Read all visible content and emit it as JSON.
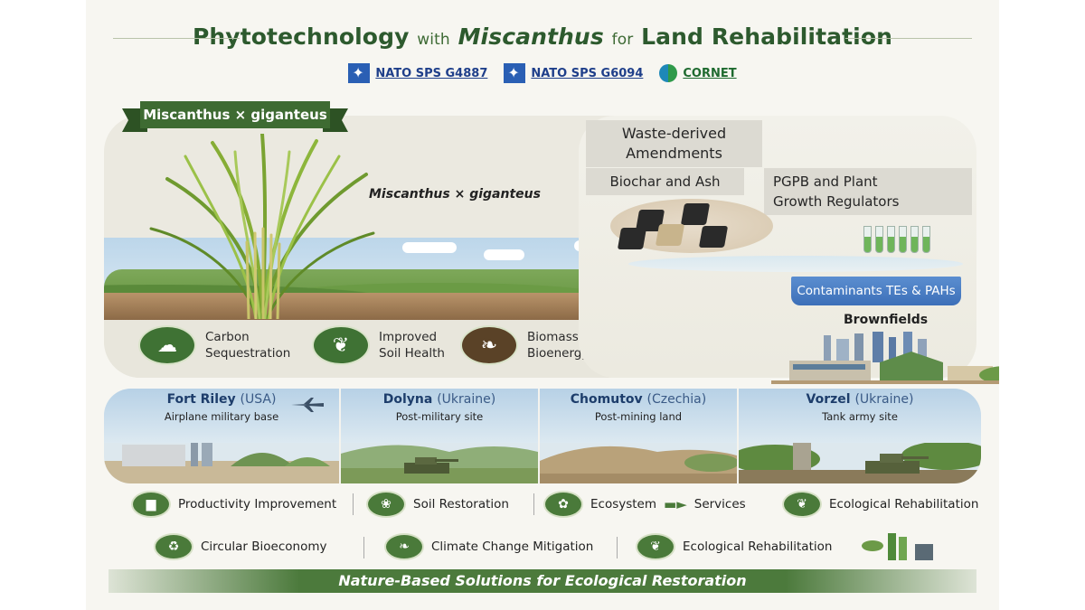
{
  "header": {
    "title_part1": "Phytotechnology",
    "title_with": "with",
    "title_species": "Miscanthus",
    "title_for": "for",
    "title_part2": "Land Rehabilitation",
    "badges": [
      {
        "label": "NATO SPS G4887",
        "icon": "nato-logo-icon"
      },
      {
        "label": "NATO SPS G6094",
        "icon": "nato-logo-icon"
      },
      {
        "label": "CORNET",
        "icon": "cornet-logo-icon"
      }
    ]
  },
  "plant": {
    "ribbon": "Miscanthus × giganteus",
    "label": "Miscanthus × giganteus"
  },
  "benefits": [
    {
      "line1": "Carbon",
      "line2": "Sequestration",
      "icon": "cloud-wind-icon"
    },
    {
      "line1": "Improved",
      "line2": "Soil Health",
      "icon": "sprout-icon"
    },
    {
      "line1": "Biomass for",
      "line2": "Bioenergy & Bioproducts",
      "icon": "leaves-icon"
    }
  ],
  "amendments": {
    "waste_line1": "Waste-derived",
    "waste_line2": "Amendments",
    "biochar": "Biochar and Ash",
    "pgpb_line1": "PGPB and Plant",
    "pgpb_line2": "Growth Regulators",
    "contaminants": "Contaminants TEs & PAHs",
    "brownfields": "Brownfields"
  },
  "sites": [
    {
      "name": "Fort Riley",
      "country": "(USA)",
      "desc": "Airplane military base"
    },
    {
      "name": "Dolyna",
      "country": "(Ukraine)",
      "desc": "Post-military site"
    },
    {
      "name": "Chomutov",
      "country": "(Czechia)",
      "desc": "Post-mining land"
    },
    {
      "name": "Vorzel",
      "country": "(Ukraine)",
      "desc": "Tank army site"
    }
  ],
  "outcomes_row1": [
    {
      "label": "Productivity Improvement",
      "icon": "bar-chart-icon"
    },
    {
      "label": "Soil Restoration",
      "icon": "soil-leaf-icon"
    },
    {
      "label": "Ecosystem",
      "label2": "Services",
      "icon": "ecosystem-icon"
    },
    {
      "label": "Ecological Rehabilitation",
      "icon": "leaf-icon"
    }
  ],
  "outcomes_row2": [
    {
      "label": "Circular Bioeconomy",
      "icon": "recycle-icon"
    },
    {
      "label": "Climate Change Mitigation",
      "icon": "leaf-hands-icon"
    },
    {
      "label": "Ecological Rehabilitation",
      "icon": "sprout-icon"
    }
  ],
  "footer": "Nature-Based Solutions for Ecological Restoration",
  "colors": {
    "primary_green": "#3e6b32",
    "accent_blue": "#3c6fb8",
    "navy_text": "#1d3d6b"
  }
}
